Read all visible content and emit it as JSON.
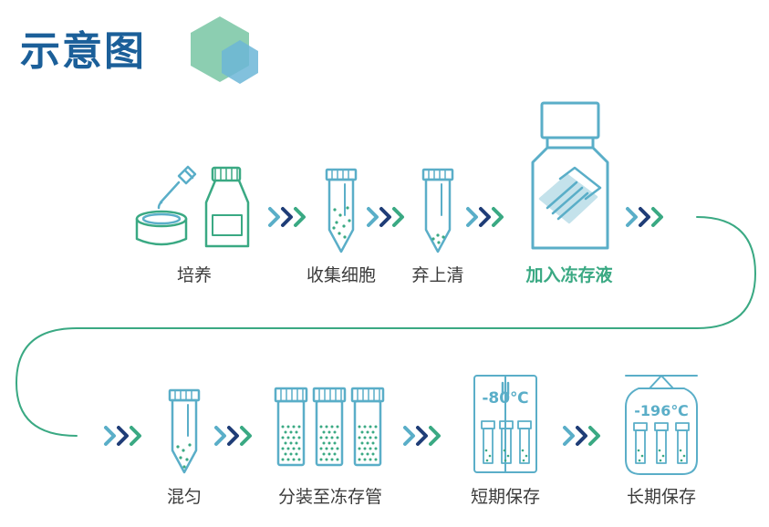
{
  "title": "示意图",
  "steps": [
    {
      "label": "培养"
    },
    {
      "label": "收集细胞"
    },
    {
      "label": "弃上清"
    },
    {
      "label": "加入冻存液"
    },
    {
      "label": "混匀"
    },
    {
      "label": "分装至冻存管"
    },
    {
      "label": "短期保存",
      "temp": "-80℃"
    },
    {
      "label": "长期保存",
      "temp": "-196℃"
    }
  ],
  "colors": {
    "title": "#1b5f99",
    "teal": "#5aaec8",
    "green": "#3aa983",
    "navy": "#1f3d77",
    "highlight": "#3aa983"
  },
  "icons": [
    "petri-dish-icon",
    "dropper-icon",
    "culture-bottle-icon",
    "centrifuge-tube-icon",
    "reagent-bottle-icon",
    "freezer-icon",
    "liquid-nitrogen-tank-icon",
    "chevron-arrow-icon"
  ]
}
